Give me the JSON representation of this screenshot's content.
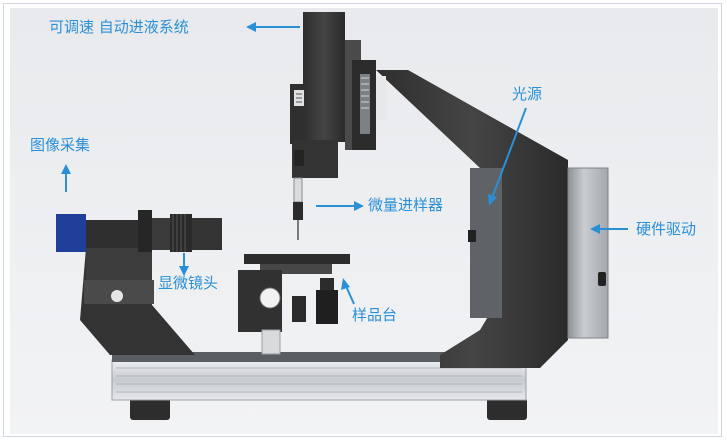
{
  "labels": {
    "dispense": "可调速 自动进液系统",
    "light": "光源",
    "imaging": "图像采集",
    "syringe": "微量进样器",
    "drive": "硬件驱动",
    "microscope": "显微镜头",
    "stage": "样品台"
  },
  "colors": {
    "accent": "#2b8fd6",
    "body_dark": "#3a3a3a",
    "panel_gray": "#b9bdc1",
    "rail": "#d9dde0",
    "lens_blue": "#1f3f9b"
  }
}
